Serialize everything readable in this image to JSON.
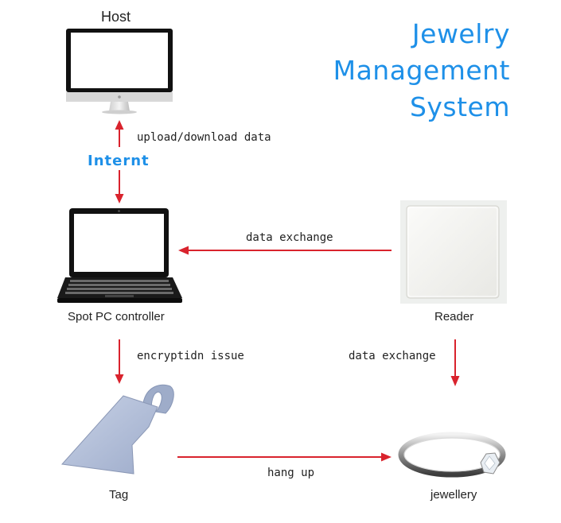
{
  "title": {
    "line1": "Jewelry",
    "line2": "Management",
    "line3": "System"
  },
  "nodes": {
    "host": "Host",
    "spot_pc": "Spot PC controller",
    "reader": "Reader",
    "tag": "Tag",
    "jewellery": "jewellery"
  },
  "edges": {
    "upload_download": "upload/download data",
    "internet": "Internt",
    "reader_to_pc": "data exchange",
    "encryption": "encryptidn issue",
    "reader_to_jewellery": "data exchange",
    "hang_up": "hang up"
  },
  "colors": {
    "accent_blue": "#1e90e8",
    "arrow_red": "#d9232d"
  }
}
